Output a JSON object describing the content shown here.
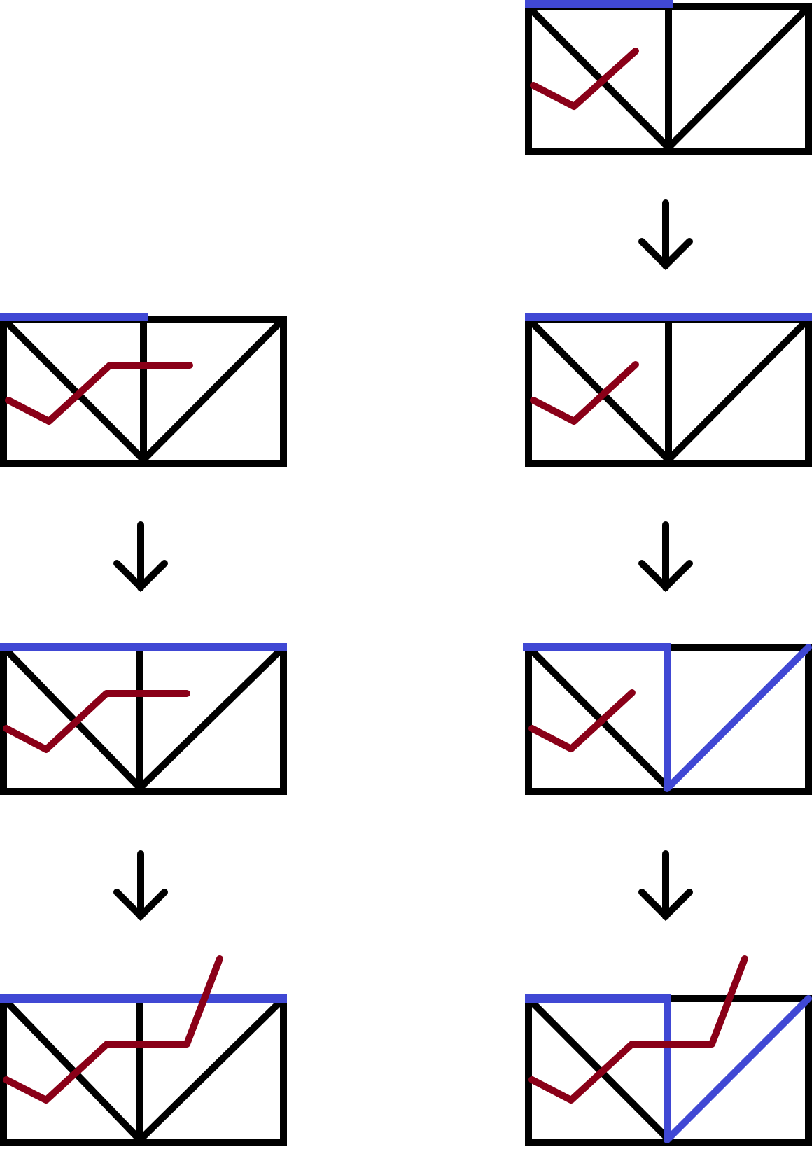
{
  "colors": {
    "structure": "#000000",
    "highlight": "#4048d4",
    "path": "#8a0018",
    "background": "#ffffff"
  },
  "columns": [
    {
      "id": "left",
      "panels": [
        {
          "id": "left-1",
          "highlight": "top-left-half",
          "path": "short-flat"
        },
        {
          "id": "left-2",
          "highlight": "top-full",
          "path": "short-flat"
        },
        {
          "id": "left-3",
          "highlight": "top-full",
          "path": "long-up"
        }
      ]
    },
    {
      "id": "right",
      "panels": [
        {
          "id": "right-1",
          "highlight": "top-left-half",
          "path": "short"
        },
        {
          "id": "right-2",
          "highlight": "top-full",
          "path": "short"
        },
        {
          "id": "right-3",
          "highlight": "top-left-half-vertical-diagonal",
          "path": "short"
        },
        {
          "id": "right-4",
          "highlight": "top-left-half-vertical-diagonal",
          "path": "long-up"
        }
      ]
    }
  ],
  "arrows": [
    "down-arrow-icon",
    "down-arrow-icon",
    "down-arrow-icon",
    "down-arrow-icon",
    "down-arrow-icon"
  ]
}
